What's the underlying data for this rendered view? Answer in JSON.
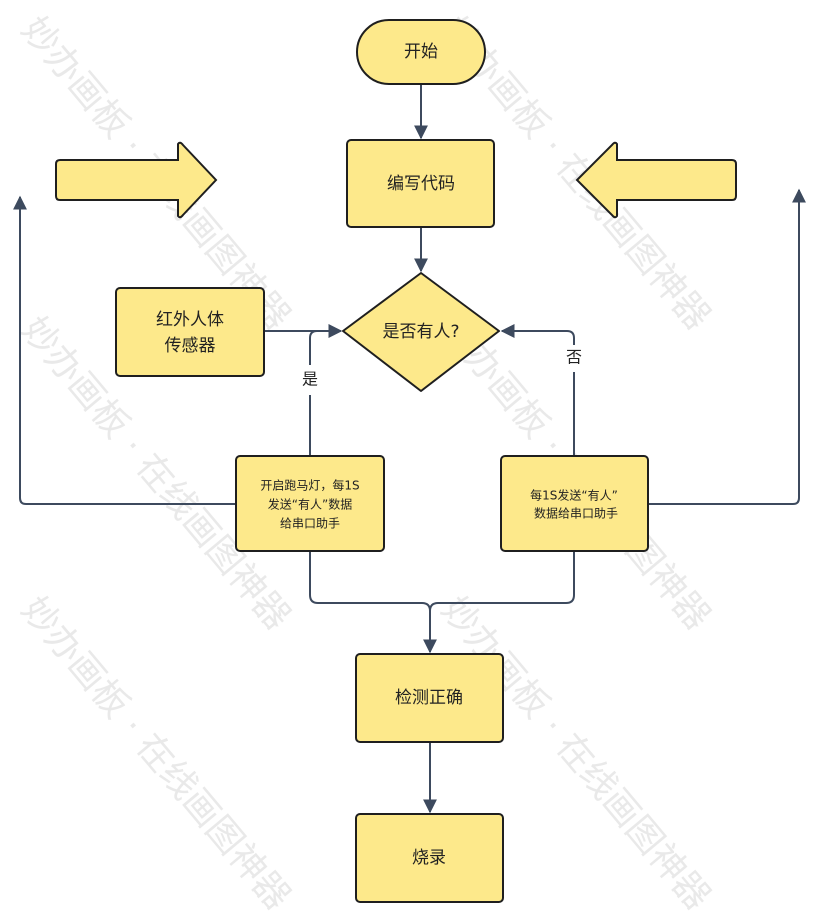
{
  "watermark": "妙办画板 · 在线画图神器",
  "colors": {
    "node_fill": "#fde98b",
    "node_stroke": "#1f1f1f",
    "edge": "#3d4a5e"
  },
  "nodes": {
    "start": "开始",
    "write_code": "编写代码",
    "decision": "是否有人?",
    "sensor_line1": "红外人体",
    "sensor_line2": "传感器",
    "yes_action_line1": "开启跑马灯，每1S",
    "yes_action_line2": "发送“有人”数据",
    "yes_action_line3": "给串口助手",
    "no_action_line1": "每1S发送“有人”",
    "no_action_line2": "数据给串口助手",
    "verify": "检测正确",
    "burn": "烧录"
  },
  "edges": {
    "yes": "是",
    "no": "否"
  }
}
